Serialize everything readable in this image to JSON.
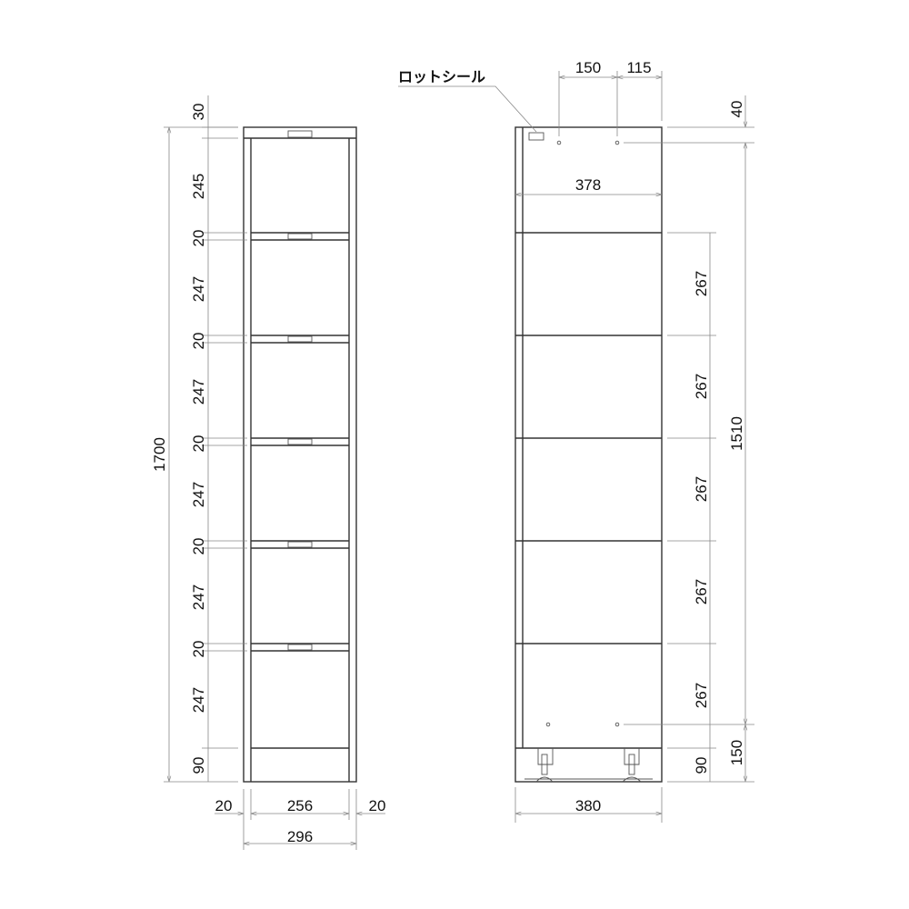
{
  "front_view": {
    "top_heights": [
      "30",
      "245"
    ],
    "shelf_thickness": "20",
    "compartment_height": "247",
    "compartment_count": 5,
    "base_height": "90",
    "overall_height": "1700",
    "side_thickness_left": "20",
    "inner_width": "256",
    "side_thickness_right": "20",
    "overall_width": "296"
  },
  "side_view": {
    "label": "ロットシール",
    "hole_offset_1": "150",
    "hole_offset_2": "115",
    "top_hole_offset": "40",
    "inner_depth": "378",
    "shelf_pitch": "267",
    "shelf_pitch_count": 5,
    "hole_span": "1510",
    "base_height": "90",
    "bottom_hole_offset": "150",
    "overall_depth": "380"
  },
  "colors": {
    "line": "#333333",
    "dimension": "#888888",
    "text": "#111111"
  }
}
